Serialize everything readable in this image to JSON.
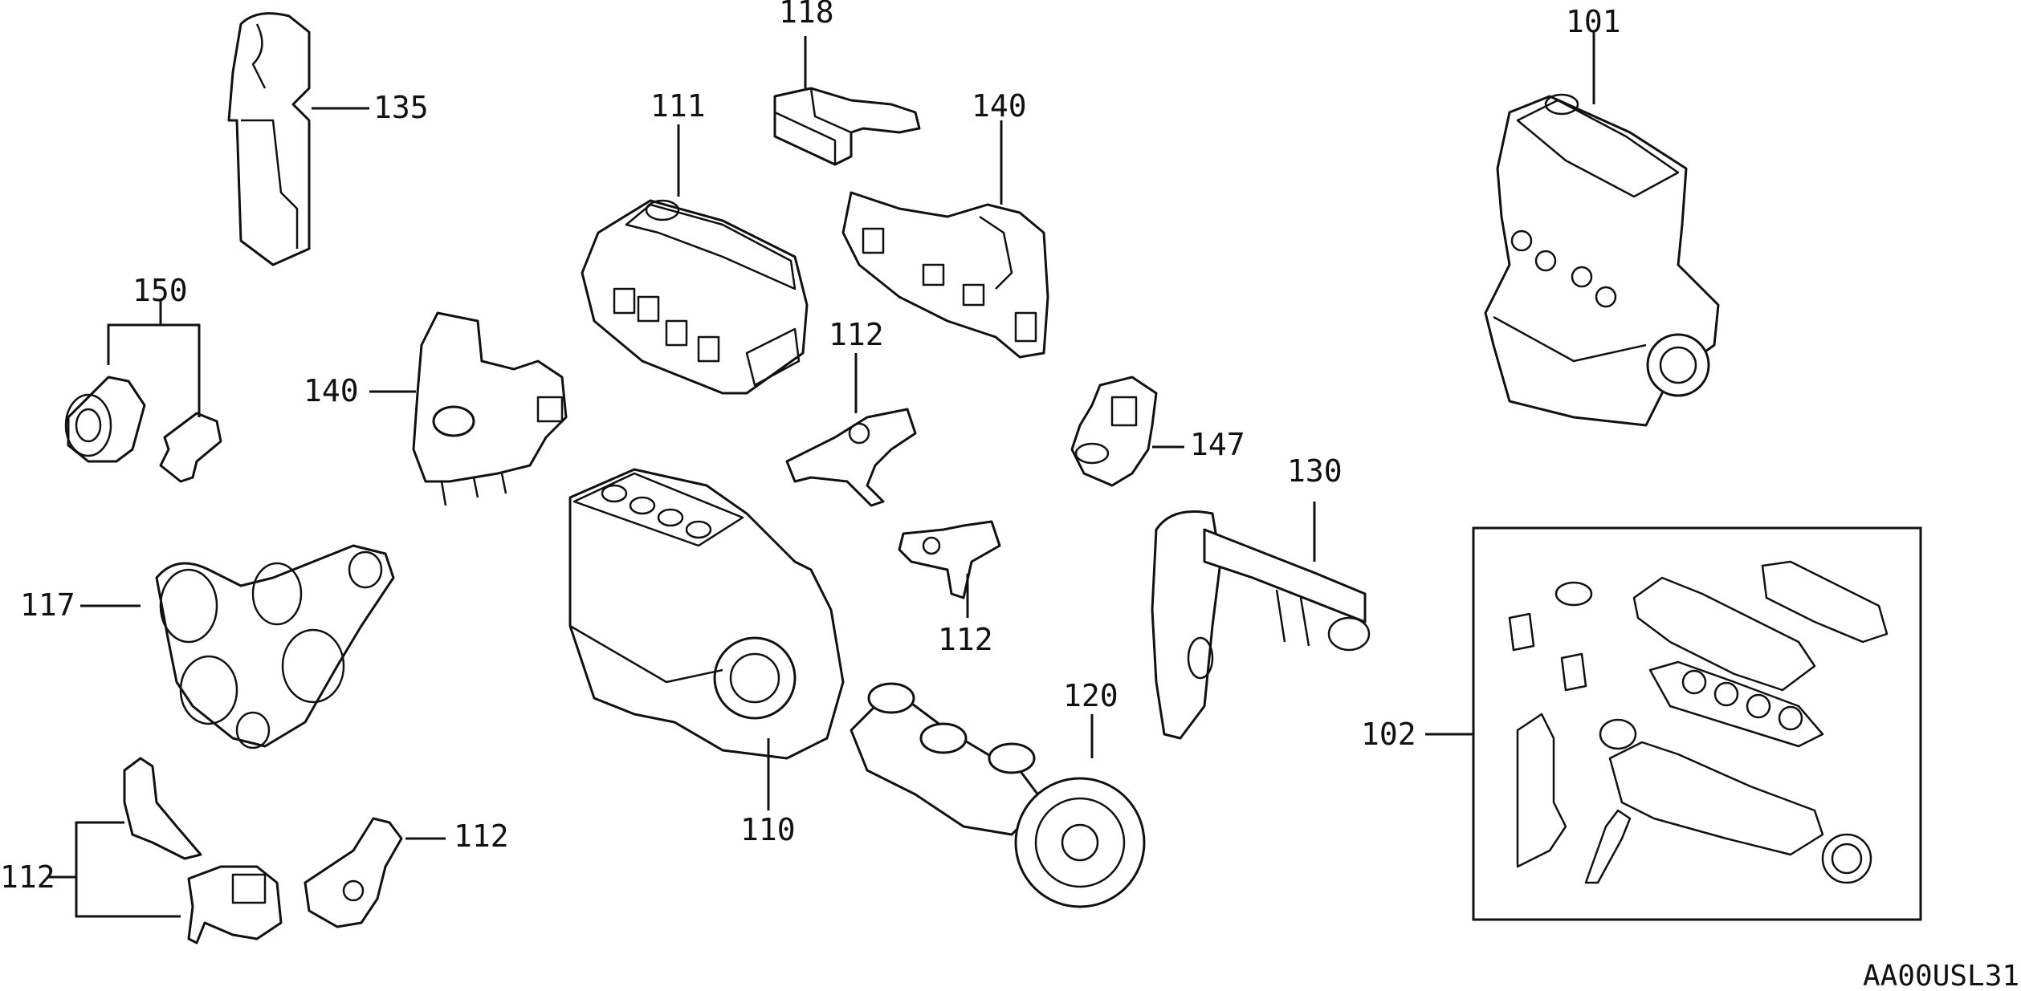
{
  "diagram": {
    "code": "AA00USL31",
    "callouts": [
      {
        "id": "c101",
        "label": "101"
      },
      {
        "id": "c135",
        "label": "135"
      },
      {
        "id": "c118",
        "label": "118"
      },
      {
        "id": "c111",
        "label": "111"
      },
      {
        "id": "c140a",
        "label": "140"
      },
      {
        "id": "c140b",
        "label": "140"
      },
      {
        "id": "c150",
        "label": "150"
      },
      {
        "id": "c112a",
        "label": "112"
      },
      {
        "id": "c147",
        "label": "147"
      },
      {
        "id": "c130",
        "label": "130"
      },
      {
        "id": "c117",
        "label": "117"
      },
      {
        "id": "c112b",
        "label": "112"
      },
      {
        "id": "c120",
        "label": "120"
      },
      {
        "id": "c102",
        "label": "102"
      },
      {
        "id": "c110",
        "label": "110"
      },
      {
        "id": "c112c",
        "label": "112"
      },
      {
        "id": "c112d",
        "label": "112"
      }
    ]
  }
}
